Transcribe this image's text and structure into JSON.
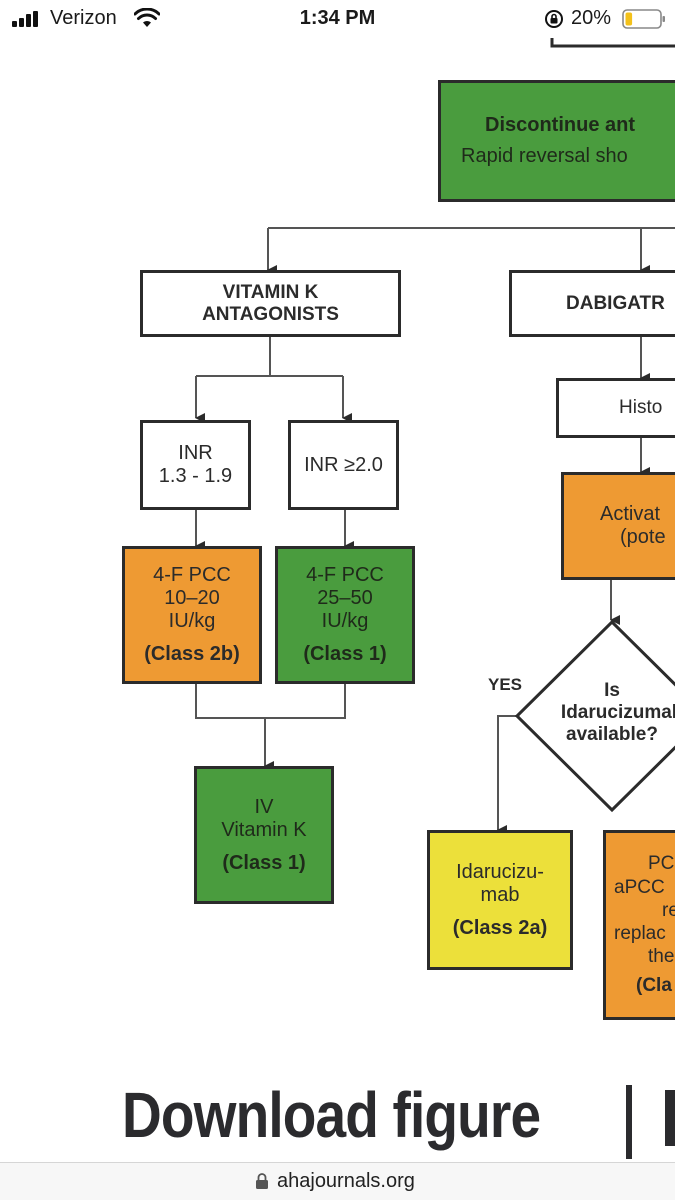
{
  "status_bar": {
    "carrier": "Verizon",
    "time": "1:34 PM",
    "battery_percent": "20%",
    "battery_level": 0.2,
    "icons": [
      "signal-icon",
      "wifi-icon",
      "orientation-lock-icon",
      "battery-icon"
    ]
  },
  "flowchart": {
    "top_box": {
      "line1": "Discontinue ant",
      "line2": "Rapid reversal sho"
    },
    "vka": {
      "line1": "VITAMIN K",
      "line2": "ANTAGONISTS"
    },
    "dabigatran": {
      "label": "DABIGATR"
    },
    "inr_low": {
      "line1": "INR",
      "line2": "1.3 - 1.9"
    },
    "inr_high": {
      "label": "INR ≥2.0"
    },
    "pcc_low": {
      "line1": "4-F PCC",
      "line2": "10–20",
      "line3": "IU/kg",
      "class": "(Class 2b)"
    },
    "pcc_high": {
      "line1": "4-F PCC",
      "line2": "25–50",
      "line3": "IU/kg",
      "class": "(Class 1)"
    },
    "iv_vitk": {
      "line1": "IV",
      "line2": "Vitamin K",
      "class": "(Class 1)"
    },
    "history": {
      "label": "Histo"
    },
    "activated": {
      "line1": "Activat",
      "line2": "(pote"
    },
    "decision": {
      "line1": "Is",
      "line2": "Idarucizumal",
      "line3": "available?"
    },
    "yes_label": "YES",
    "idarucizumab": {
      "line1": "Idarucizu-",
      "line2": "mab",
      "class": "(Class 2a)"
    },
    "pcc_alt": {
      "line1": "PC(",
      "line2": "aPCC",
      "line3": "re",
      "line4": "replac",
      "line5": "the",
      "line6": "(Cla"
    }
  },
  "download": {
    "heading": "Download figure"
  },
  "url_bar": {
    "domain": "ahajournals.org"
  },
  "colors": {
    "green": "#4a9c3e",
    "orange": "#ee9a33",
    "yellow": "#ece03a",
    "stroke": "#2b2b2b"
  }
}
